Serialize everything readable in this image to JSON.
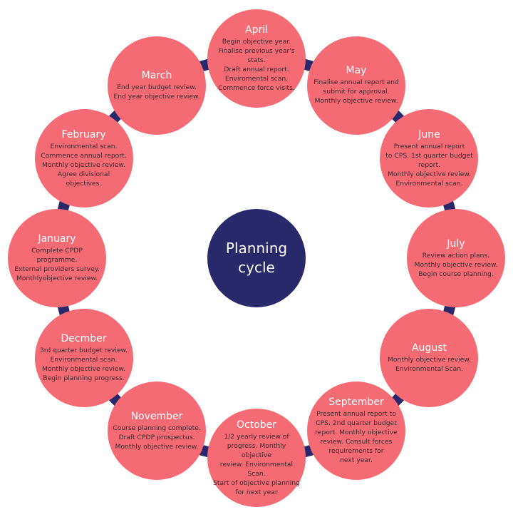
{
  "colors": {
    "ring": "#28286a",
    "node_fill": "#f56b74",
    "center_fill": "#28286a",
    "title_text": "#ffffff",
    "body_text": "#3a2a2c"
  },
  "center": {
    "label": "Planning\ncycle"
  },
  "months": [
    {
      "name": "April",
      "text": "Begin objective year.\nFinalise previous year's\nstats.\nDraft annual report.\nEnviromental scan.\nCommence force visits."
    },
    {
      "name": "May",
      "text": "Finalise annual report and\nsubmit for approval.\nMonthly objective review."
    },
    {
      "name": "June",
      "text": "Present annual report\nto CPS. 1st quarter budget\nreport.\nMonthly objective review.\nEnvironmental scan."
    },
    {
      "name": "July",
      "text": "Review action plans.\nMonthly objective review.\nBegin course planning."
    },
    {
      "name": "August",
      "text": "Monthly objective review.\nEnvironmental Scan."
    },
    {
      "name": "September",
      "text": "Present annual report to\nCPS. 2nd quarter budget\nreport. Monthly objective\nreview. Consult forces\nrequirements for\nnext year."
    },
    {
      "name": "October",
      "text": "1/2 yearly review of\nprogress. Monthly objective\nreview. Environmental Scan.\nStart of objective planning\nfor next year"
    },
    {
      "name": "November",
      "text": "Course planning complete.\nDraft CPDP prospectus.\nMonthly objective review."
    },
    {
      "name": "Decmber",
      "text": "3rd quarter budget review.\nEnvironmental scan.\nMonthly objective review.\nBegin planning progress."
    },
    {
      "name": "January",
      "text": "Complete CPDP programme.\nExternal providers survey.\nMonthlyobjective review."
    },
    {
      "name": "February",
      "text": "Environmental scan.\nCommence annual report.\nMonthly objective review.\nAgree divisional\nobjectives."
    },
    {
      "name": "March",
      "text": "End year budget review.\nEnd year objective review."
    }
  ]
}
